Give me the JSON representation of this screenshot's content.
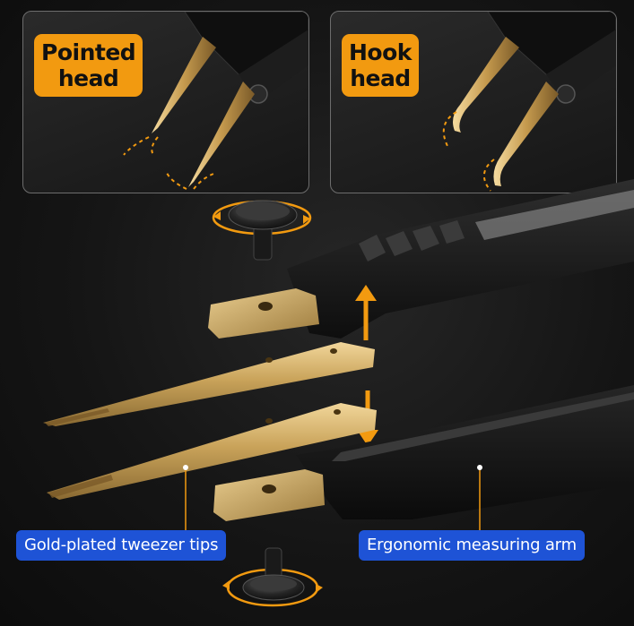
{
  "panels": {
    "pointed": {
      "line1": "Pointed",
      "line2": "head"
    },
    "hook": {
      "line1": "Hook",
      "line2": "head"
    }
  },
  "callouts": {
    "tips": "Gold-plated tweezer tips",
    "arm": "Ergonomic measuring arm"
  },
  "colors": {
    "accent": "#f29a10",
    "label_bg": "#1e53d6",
    "gold": "#c9a35a",
    "body": "#1b1b1b"
  }
}
